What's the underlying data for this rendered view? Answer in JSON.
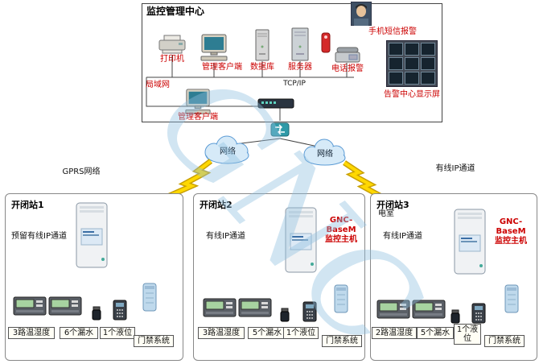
{
  "watermark": "GNC",
  "center": {
    "title": "监控管理中心",
    "printer_label": "打印机",
    "client_label": "管理客户端",
    "database_label": "数据库",
    "server_label": "服务器",
    "phone_alarm_label": "电话报警",
    "sms_alarm_label": "手机短信报警",
    "display_wall_label": "告警中心显示屏",
    "tcpip_label": "TCP/IP",
    "lan_label": "局域网",
    "client2_label": "管理客户端"
  },
  "network": {
    "cloud_left_label": "网络",
    "cloud_right_label": "网络",
    "gprs_label": "GPRS网络",
    "wired_label": "有线IP通道"
  },
  "stations": [
    {
      "title": "开闭站1",
      "channel_label": "预留有线IP通道",
      "sensors": [
        "3路温湿度",
        "6个漏水",
        "1个液位",
        "门禁系统"
      ]
    },
    {
      "title": "开闭站2",
      "channel_label": "有线IP通道",
      "host_line1": "GNC-BaseM",
      "host_line2": "监控主机",
      "sensors": [
        "3路温湿度",
        "5个漏水",
        "1个液位",
        "门禁系统"
      ]
    },
    {
      "title": "开闭站3",
      "subtitle": "电室",
      "channel_label": "有线IP通道",
      "host_line1": "GNC-BaseM",
      "host_line2": "监控主机",
      "sensors": [
        "2路温湿度",
        "5个漏水",
        "1个液位",
        "门禁系统"
      ]
    }
  ]
}
